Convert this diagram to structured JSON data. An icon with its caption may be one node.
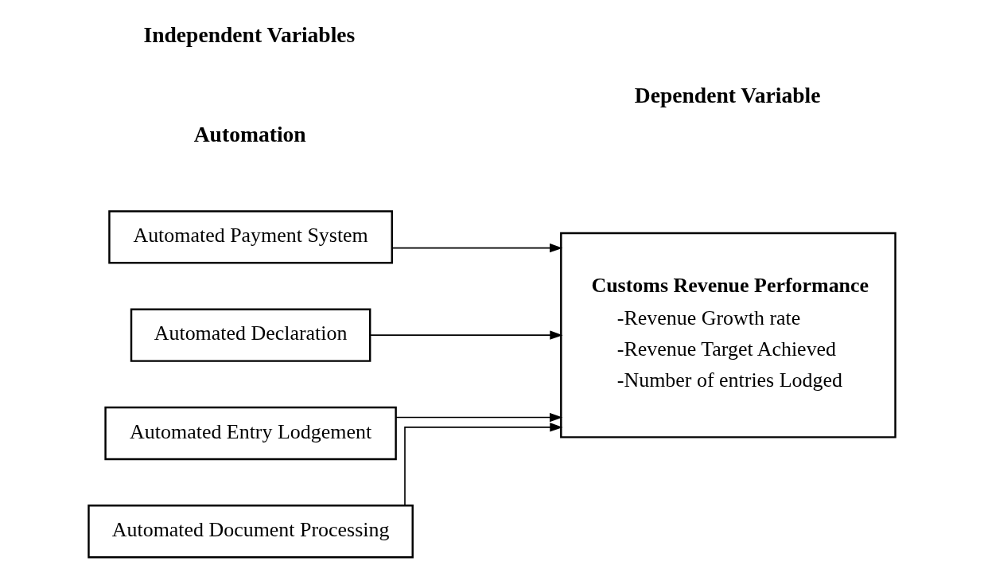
{
  "diagram": {
    "nodes": [
      {
        "text": [
          "Automated Payment System"
        ]
      },
      {
        "text": [
          "Automated Declaration"
        ]
      },
      {
        "text": [
          "Automated Entry Lodgement"
        ]
      },
      {
        "text": [
          "Automated Document Processing"
        ]
      },
      {
        "text": [
          "Customs Revenue Performance",
          "-Revenue Growth rate",
          "-Revenue Target Achieved",
          "-Number of entries Lodged"
        ]
      }
    ],
    "edges": [
      {
        "from": 0,
        "to": 4,
        "arrow": "to"
      },
      {
        "from": 1,
        "to": 4,
        "arrow": "to"
      },
      {
        "from": 2,
        "to": 4,
        "arrow": "to"
      },
      {
        "from": 3,
        "to": 4,
        "arrow": "to"
      }
    ],
    "labels": [
      "Independent Variables",
      "Dependent Variable",
      "Automation"
    ]
  }
}
